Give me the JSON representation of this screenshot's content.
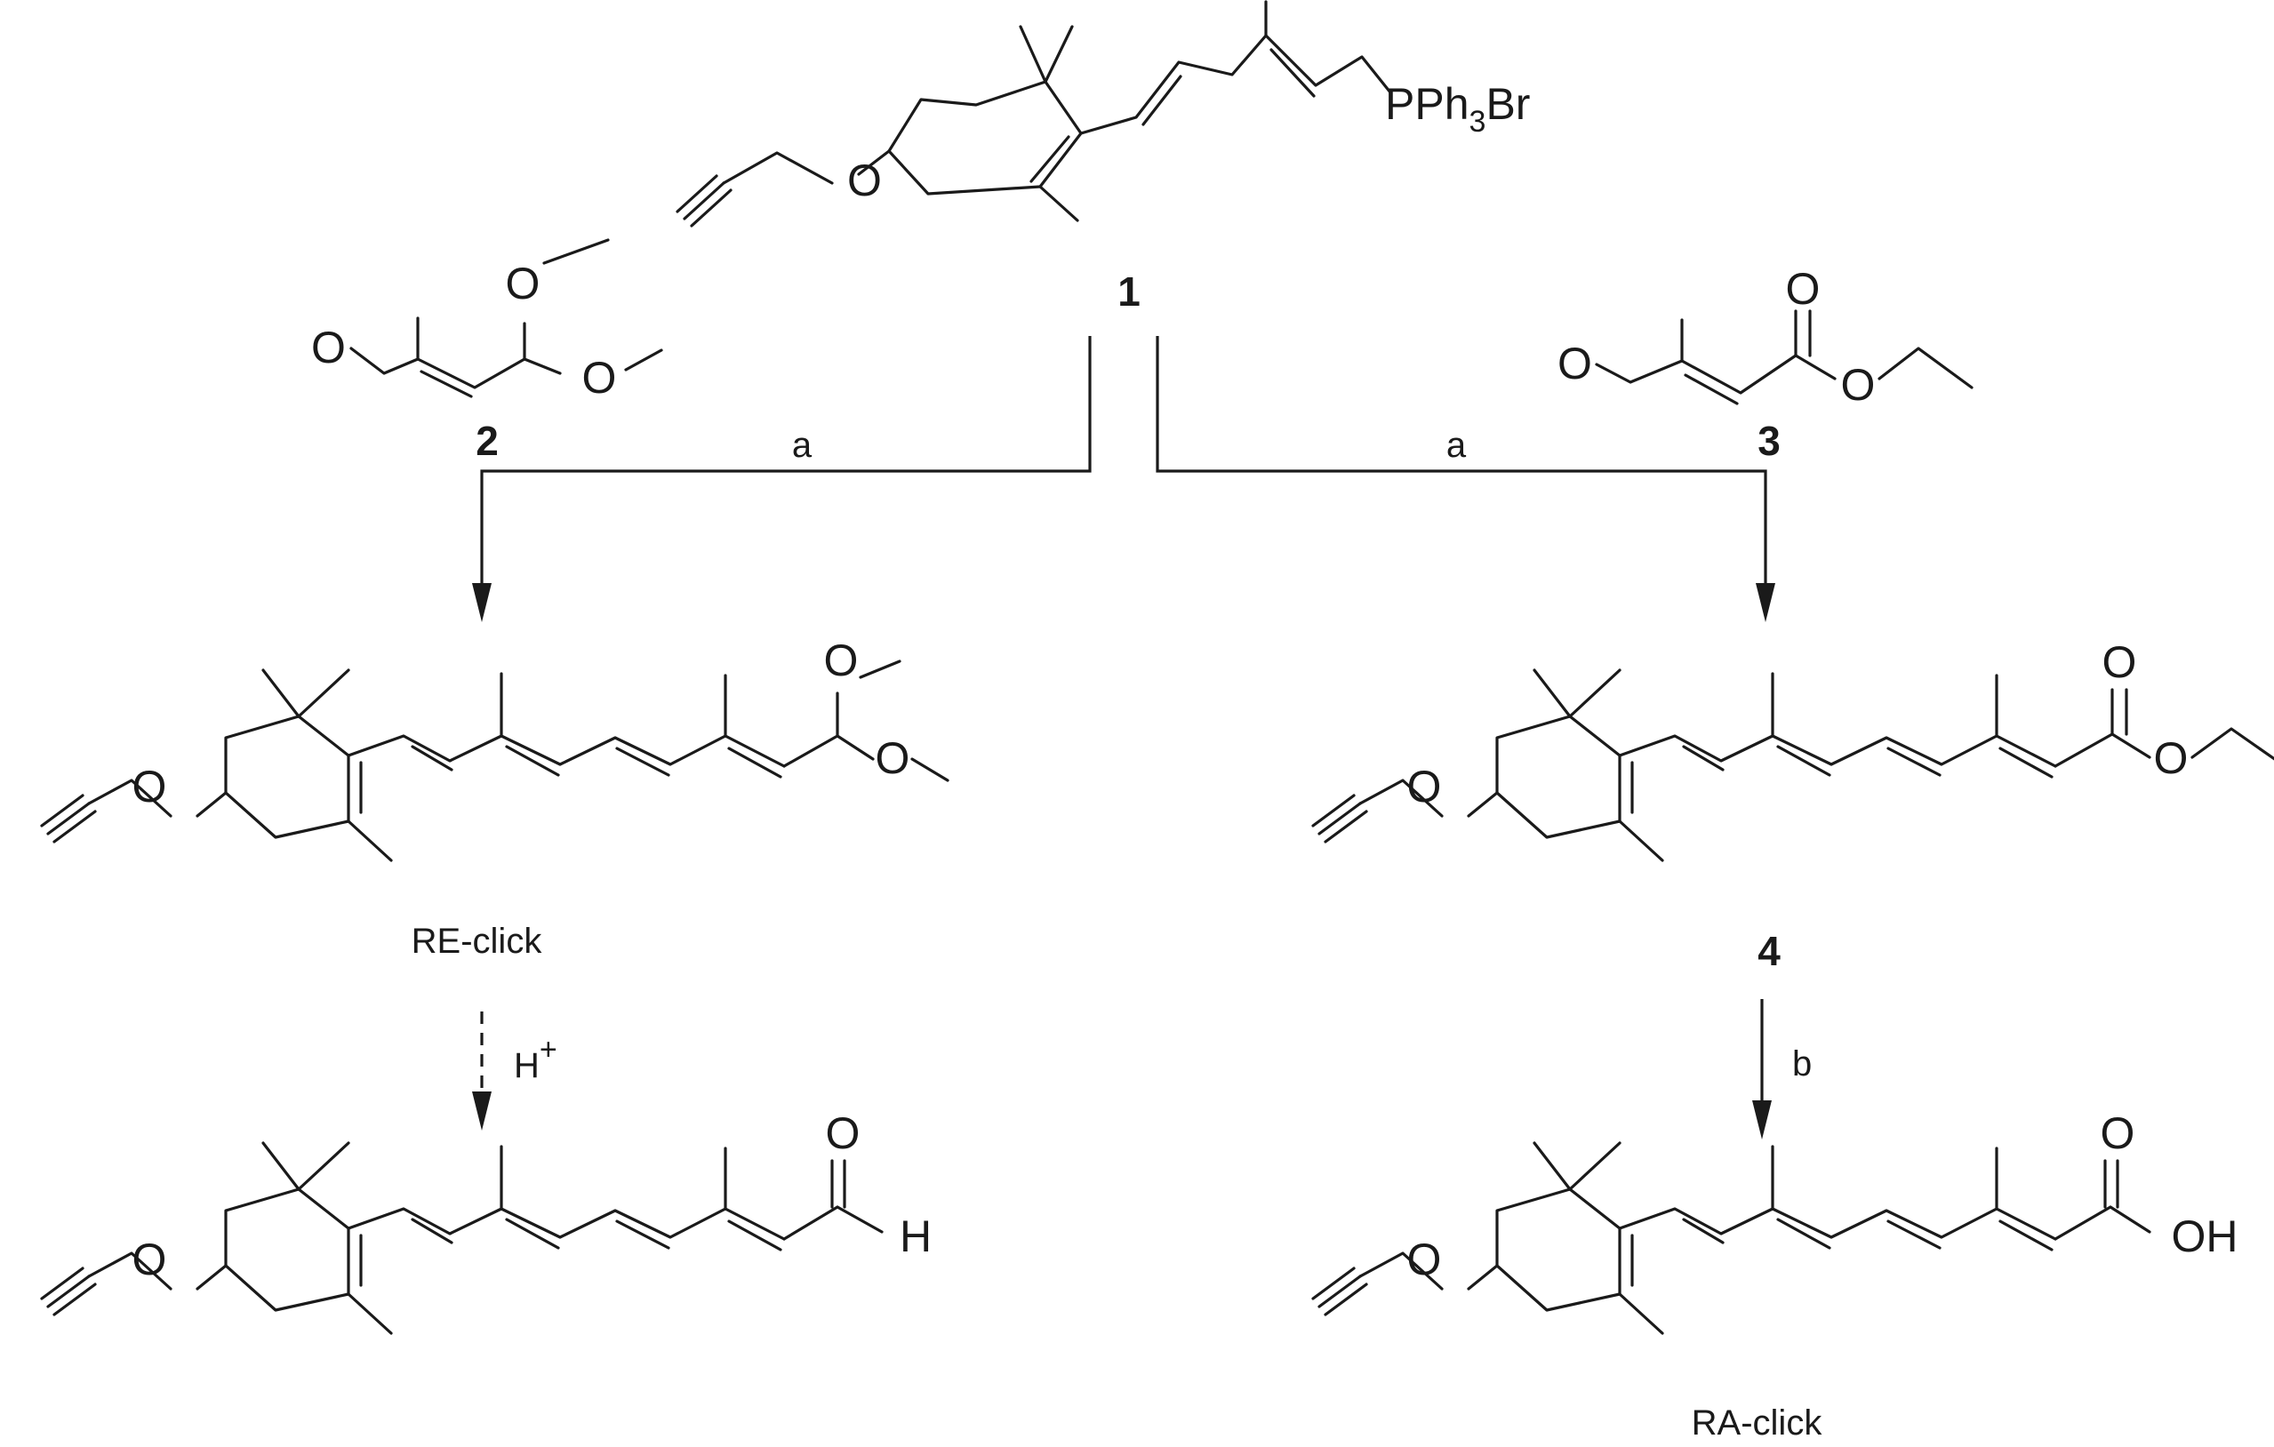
{
  "compounds": {
    "c1": {
      "label": "1",
      "group": "PPh3Br",
      "group_parts": [
        "PPh",
        "3",
        "Br"
      ]
    },
    "c2": {
      "label": "2"
    },
    "c3": {
      "label": "3"
    },
    "c4": {
      "label": "4"
    },
    "re_click": {
      "name": "RE-click"
    },
    "ra_click": {
      "name": "RA-click"
    }
  },
  "atoms": {
    "oxygen": "O",
    "hydrogen": "H",
    "hydroxyl": "OH"
  },
  "reagents": {
    "a_left": "a",
    "a_right": "a",
    "b": "b",
    "acid": "H",
    "acid_charge": "+"
  }
}
